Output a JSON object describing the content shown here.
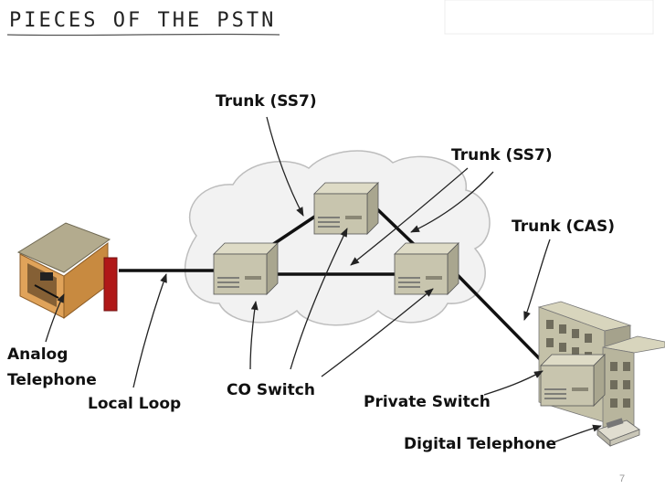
{
  "title": "PIECES OF THE PSTN",
  "page_number": "7",
  "labels": {
    "trunk_top": "Trunk (SS7)",
    "trunk_right": "Trunk (SS7)",
    "trunk_cas": "Trunk (CAS)",
    "analog_line1": "Analog",
    "analog_line2": "Telephone",
    "local_loop": "Local Loop",
    "co_switch": "CO Switch",
    "private_switch": "Private Switch",
    "digital_telephone": "Digital Telephone"
  },
  "colors": {
    "cloud_fill": "#f2f2f2",
    "cloud_stroke": "#bdbdbd",
    "switch_fill": "#c8c5ae",
    "link": "#111111",
    "house_wall": "#e0a35a",
    "house_roof": "#b3ab8e",
    "building": "#c4c1a8"
  },
  "icons": {
    "house": "house-icon",
    "building": "office-building-icon",
    "switch": "switch-box-icon",
    "telephone": "telephone-icon"
  }
}
